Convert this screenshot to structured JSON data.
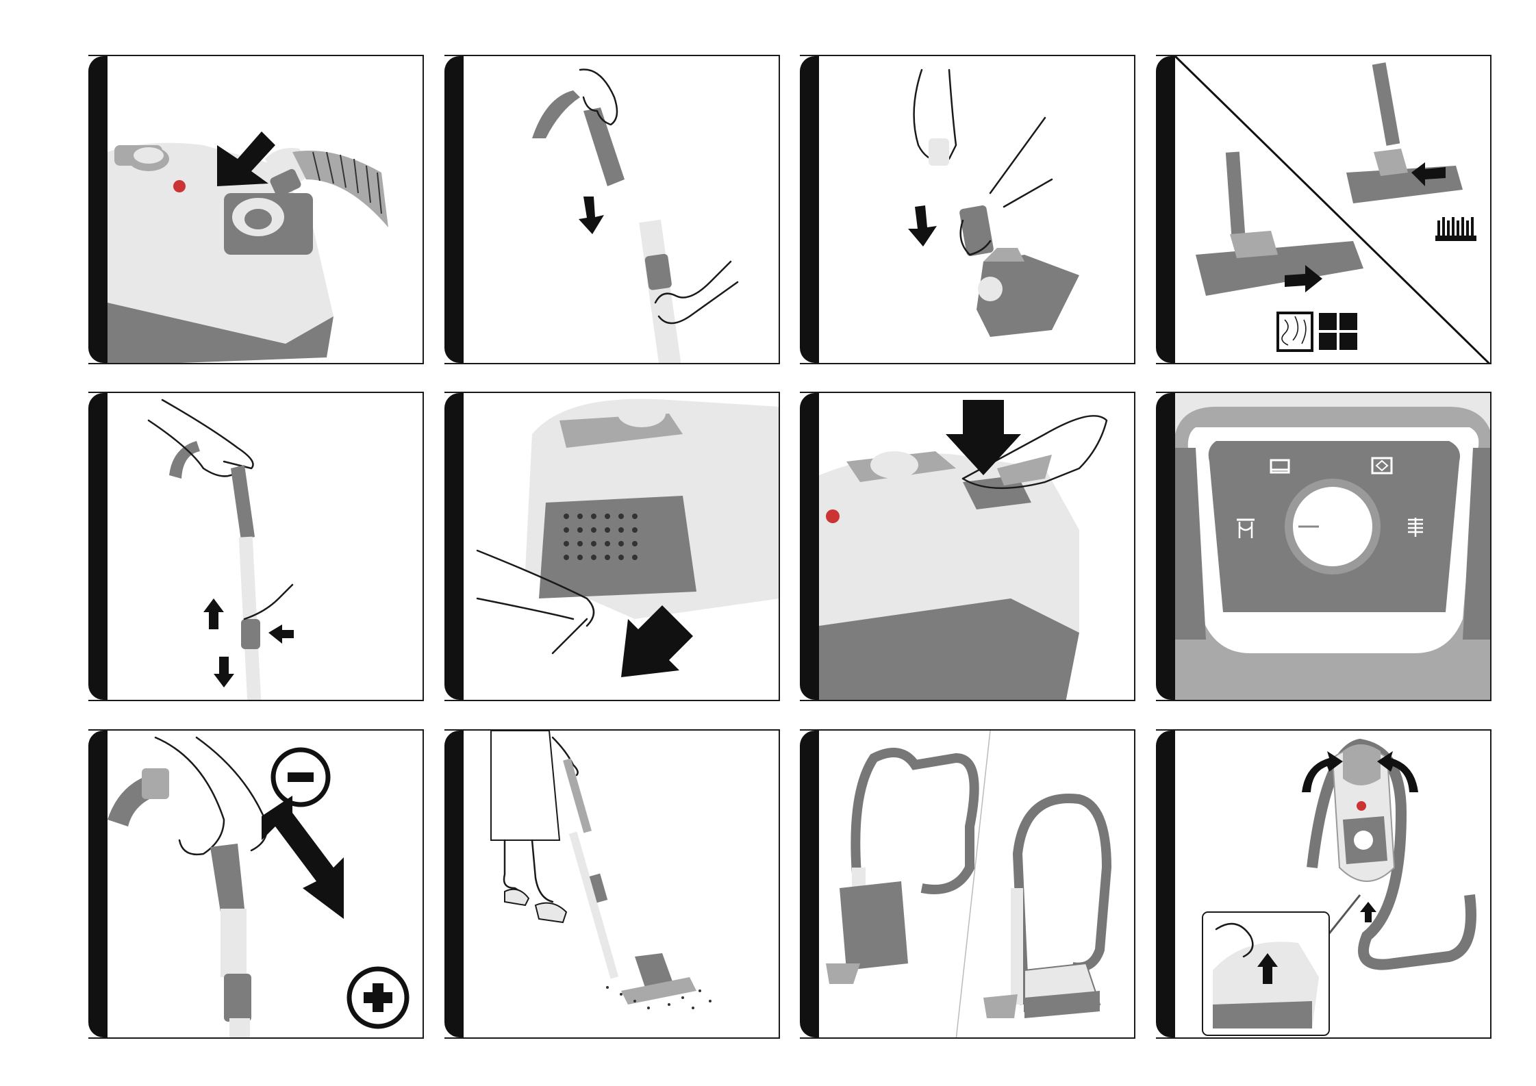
{
  "page": {
    "description_hidden": "",
    "panels": [
      {
        "id": 1,
        "icons": [
          "arrow-icon"
        ]
      },
      {
        "id": 2,
        "icons": [
          "arrow-icon"
        ]
      },
      {
        "id": 3,
        "icons": [
          "arrow-icon"
        ]
      },
      {
        "id": 4,
        "icons": [
          "carpet-icon",
          "hard-floor-icon",
          "rug-icon",
          "arrow-icon"
        ]
      },
      {
        "id": 5,
        "icons": [
          "arrow-icon"
        ]
      },
      {
        "id": 6,
        "icons": [
          "arrow-icon"
        ]
      },
      {
        "id": 7,
        "icons": [
          "arrow-icon"
        ]
      },
      {
        "id": 8,
        "icons": [
          "sofa-icon",
          "curtain-icon",
          "mattress-icon",
          "floor-icon"
        ]
      },
      {
        "id": 9,
        "icons": [
          "minus-icon",
          "plus-icon",
          "double-arrow-icon"
        ]
      },
      {
        "id": 10,
        "icons": []
      },
      {
        "id": 11,
        "icons": []
      },
      {
        "id": 12,
        "icons": [
          "rotate-left-icon",
          "rotate-right-icon",
          "arrow-icon"
        ]
      }
    ]
  },
  "colors": {
    "dark_gray": "#7d7d7d",
    "mid_gray": "#a9a9a9",
    "light_gray": "#e8e8e8",
    "black": "#111111",
    "logo_red": "#cc3333"
  }
}
